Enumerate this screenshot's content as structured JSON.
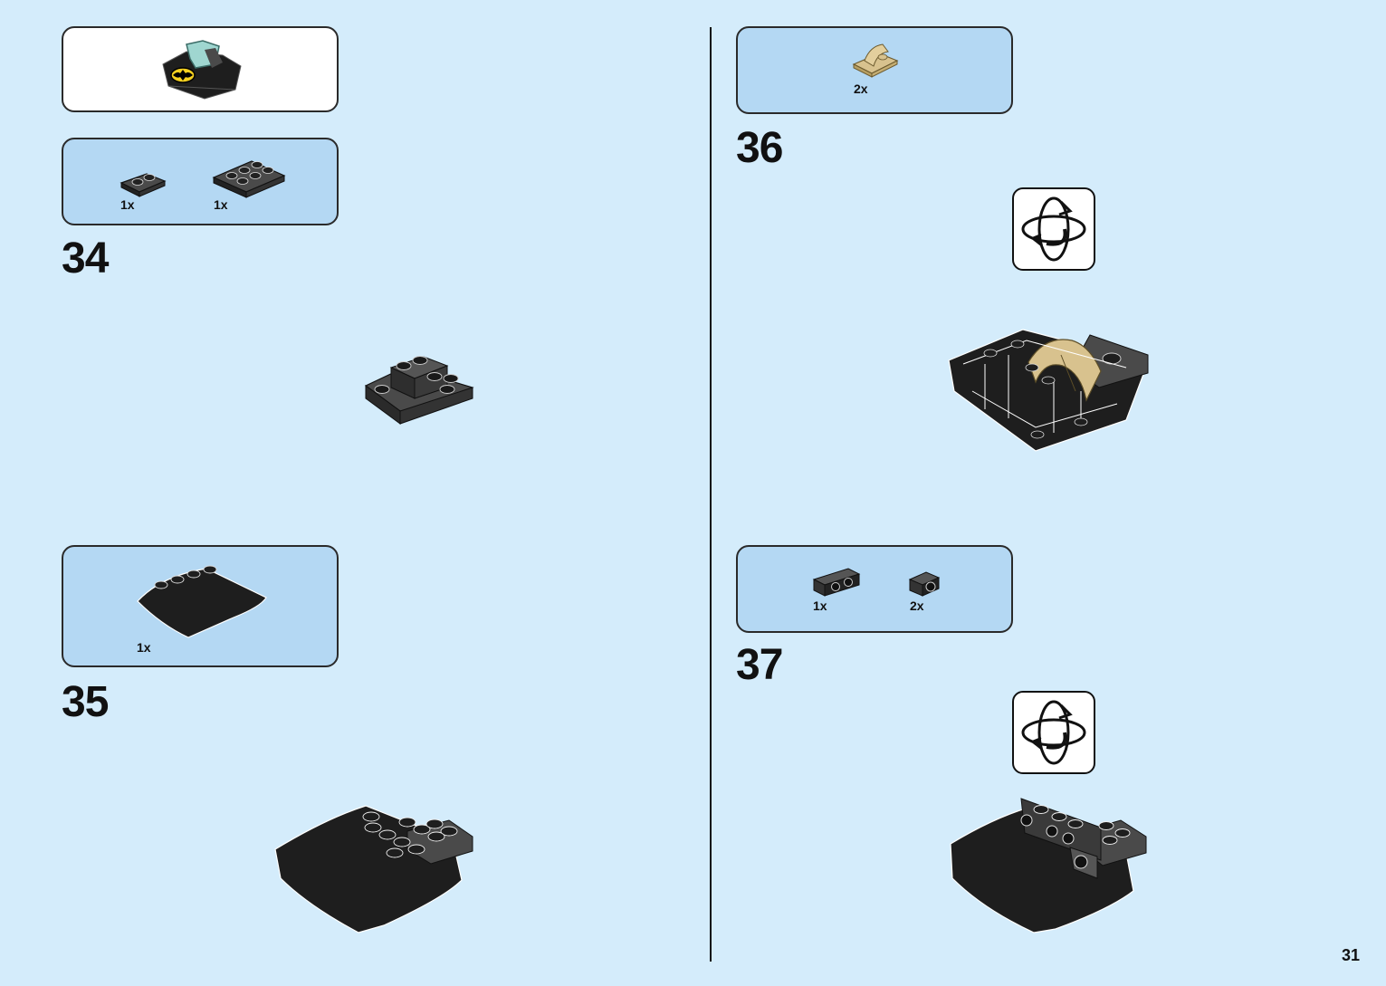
{
  "left_column": {
    "sub_assembly_callout": {
      "icons": [
        "batman-cockpit-subassembly-icon"
      ]
    },
    "step_34": {
      "number": "34",
      "parts": [
        {
          "qty": "1x",
          "icon": "black-plate-1x2-icon"
        },
        {
          "qty": "1x",
          "icon": "black-plate-2x3-icon"
        }
      ]
    },
    "step_35": {
      "number": "35",
      "parts": [
        {
          "qty": "1x",
          "icon": "black-wedge-curved-slope-icon"
        }
      ]
    }
  },
  "right_column": {
    "step_36": {
      "number": "36",
      "parts": [
        {
          "qty": "2x",
          "icon": "tan-curved-slope-icon"
        }
      ],
      "rotate_icon": "rotate-model-icon"
    },
    "step_37": {
      "number": "37",
      "parts": [
        {
          "qty": "1x",
          "icon": "black-bracket-plate-icon"
        },
        {
          "qty": "2x",
          "icon": "black-round-bracket-icon"
        }
      ],
      "rotate_icon": "rotate-model-icon"
    }
  },
  "page": {
    "number": "31"
  },
  "colors": {
    "background": "#d4ecfb",
    "callout_blue": "#b4d8f3",
    "brick_black": "#1e1e1e",
    "brick_dark_gray": "#3d3d3d",
    "brick_tan": "#d8c28e",
    "batman_yellow": "#f5d020"
  }
}
